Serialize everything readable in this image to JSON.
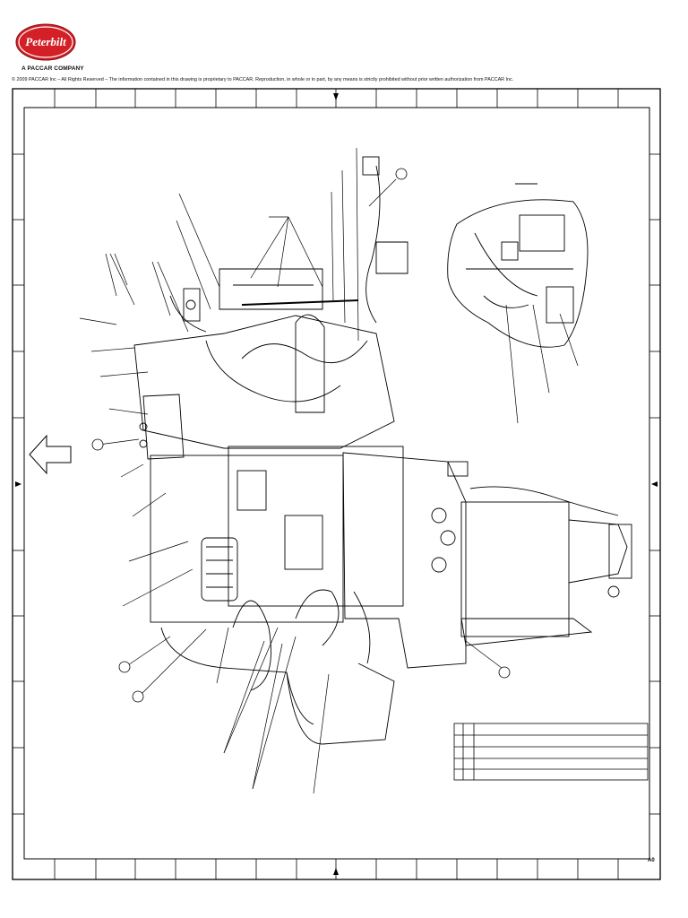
{
  "brand": {
    "logo_text": "Peterbilt",
    "tagline": "A PACCAR COMPANY",
    "logo_color": "#d32027"
  },
  "notice": {
    "copyright": "© 2009 PACCAR Inc – All Rights Reserved – The information contained in this drawing is proprietary to PACCAR. Reproduction, in whole or in part, by any means is strictly prohibited without prior written authorization from PACCAR Inc."
  },
  "drawing": {
    "sheet_id": "A0",
    "direction_arrow": "left-arrow-icon",
    "title_block_rows": 5,
    "line_color": "#000000"
  }
}
